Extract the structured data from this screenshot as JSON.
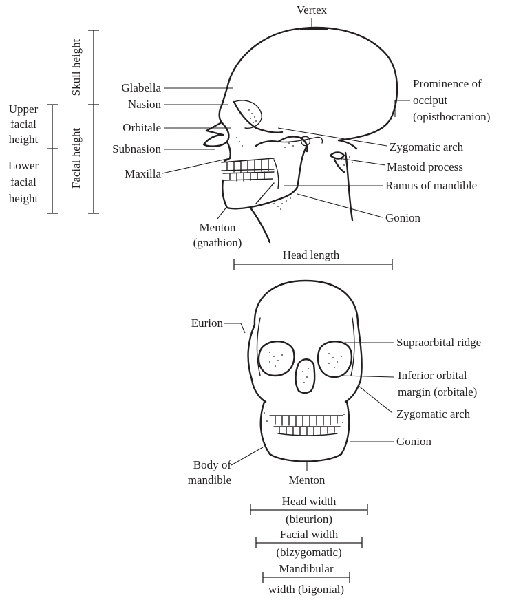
{
  "lateral_view": {
    "labels": {
      "vertex": "Vertex",
      "glabella": "Glabella",
      "nasion": "Nasion",
      "orbitale": "Orbitale",
      "subnasion": "Subnasion",
      "maxilla": "Maxilla",
      "menton_1": "Menton",
      "menton_2": "(gnathion)",
      "prominence_1": "Prominence of",
      "prominence_2": "occiput",
      "prominence_3": "(opisthocranion)",
      "zygomatic_arch": "Zygomatic arch",
      "mastoid_process": "Mastoid process",
      "ramus": "Ramus of mandible",
      "gonion": "Gonion",
      "head_length": "Head length",
      "skull_height": "Skull height",
      "facial_height": "Facial height",
      "upper_facial_1": "Upper",
      "upper_facial_2": "facial",
      "upper_facial_3": "height",
      "lower_facial_1": "Lower",
      "lower_facial_2": "facial",
      "lower_facial_3": "height"
    }
  },
  "frontal_view": {
    "labels": {
      "eurion": "Eurion",
      "supraorbital": "Supraorbital ridge",
      "inferior_orbital_1": "Inferior orbital",
      "inferior_orbital_2": "margin (orbitale)",
      "zygomatic_arch": "Zygomatic arch",
      "gonion": "Gonion",
      "body_mandible_1": "Body of",
      "body_mandible_2": "mandible",
      "menton": "Menton",
      "head_width_1": "Head width",
      "head_width_2": "(bieurion)",
      "facial_width_1": "Facial width",
      "facial_width_2": "(bizygomatic)",
      "mandibular_width_1": "Mandibular",
      "mandibular_width_2": "width (bigonial)"
    }
  }
}
